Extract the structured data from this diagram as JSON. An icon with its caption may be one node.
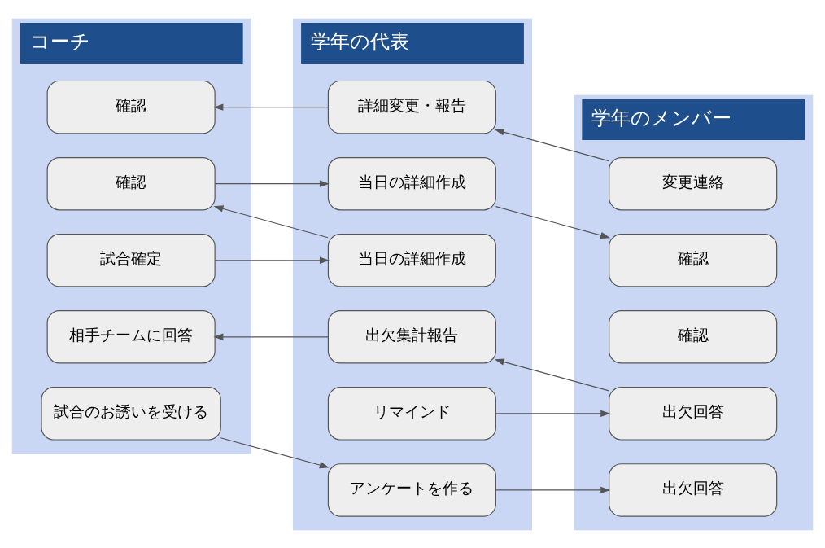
{
  "diagram": {
    "nodes": [
      {
        "text": [
          "コーチ"
        ]
      },
      {
        "text": [
          "学年の代表"
        ]
      },
      {
        "text": [
          "学年のメンバー"
        ]
      },
      {
        "text": [
          "試合のお誘いを受ける"
        ],
        "in": 0
      },
      {
        "text": [
          "アンケートを作る"
        ],
        "in": 1
      },
      {
        "text": [
          "出欠回答"
        ],
        "in": 2
      },
      {
        "text": [
          "リマインド"
        ],
        "in": 1
      },
      {
        "text": [
          "出欠回答"
        ],
        "in": 2
      },
      {
        "text": [
          "相手チームに回答"
        ],
        "in": 0
      },
      {
        "text": [
          "出欠集計報告"
        ],
        "in": 1
      },
      {
        "text": [
          "試合確定"
        ],
        "in": 0
      },
      {
        "text": [
          "当日の詳細作成"
        ],
        "in": 1
      },
      {
        "text": [
          "確認"
        ],
        "in": 2
      },
      {
        "text": [
          "確認"
        ],
        "in": 0
      },
      {
        "text": [
          "当日の詳細作成"
        ],
        "in": 1
      },
      {
        "text": [
          "確認"
        ],
        "in": 2
      },
      {
        "text": [
          "確認"
        ],
        "in": 0
      },
      {
        "text": [
          "詳細変更・報告"
        ],
        "in": 1
      },
      {
        "text": [
          "変更連絡"
        ],
        "in": 2
      }
    ],
    "edges": [
      {
        "from": 3,
        "to": 4,
        "arrow": "to"
      },
      {
        "from": 4,
        "to": 5,
        "arrow": "to"
      },
      {
        "from": 6,
        "to": 7,
        "arrow": "to"
      },
      {
        "from": 7,
        "to": 9,
        "arrow": "to"
      },
      {
        "from": 9,
        "to": 8,
        "arrow": "to"
      },
      {
        "from": 10,
        "to": 11,
        "arrow": "to"
      },
      {
        "from": 11,
        "to": 13,
        "arrow": "to"
      },
      {
        "from": 13,
        "to": 14,
        "arrow": "to"
      },
      {
        "from": 14,
        "to": 15,
        "arrow": "to"
      },
      {
        "from": 18,
        "to": 17,
        "arrow": "to"
      },
      {
        "from": 17,
        "to": 16,
        "arrow": "to"
      }
    ]
  }
}
